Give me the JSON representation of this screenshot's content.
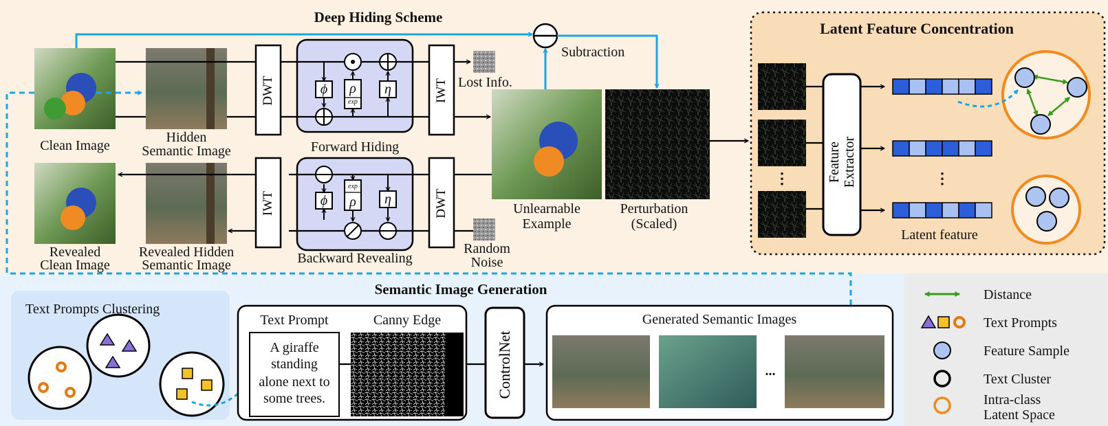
{
  "sections": {
    "deep_hiding": "Deep Hiding Scheme",
    "latent": "Latent Feature Concentration",
    "semantic": "Semantic Image Generation"
  },
  "labels": {
    "clean_image": "Clean Image",
    "hidden_semantic_1": "Hidden",
    "hidden_semantic_2": "Semantic Image",
    "revealed_clean_1": "Revealed",
    "revealed_clean_2": "Clean Image",
    "revealed_hidden_1": "Revealed Hidden",
    "revealed_hidden_2": "Semantic Image",
    "dwt": "DWT",
    "iwt": "IWT",
    "forward_hiding": "Forward Hiding",
    "backward_revealing": "Backward Revealing",
    "lost_info": "Lost Info.",
    "random_noise_1": "Random",
    "random_noise_2": "Noise",
    "subtraction": "Subtraction",
    "unlearnable_1": "Unlearnable",
    "unlearnable_2": "Example",
    "perturbation_1": "Perturbation",
    "perturbation_2": "(Scaled)",
    "feature_extractor_1": "Feature",
    "feature_extractor_2": "Extractor",
    "latent_feature": "Latent feature",
    "text_prompts_clustering": "Text Prompts Clustering",
    "text_prompt": "Text Prompt",
    "canny_edge": "Canny Edge",
    "controlnet": "ControlNet",
    "generated_images": "Generated Semantic Images",
    "prompt_lines": [
      "A giraffe",
      "standing",
      "alone next to",
      "some trees."
    ],
    "ellipsis": "...",
    "vdots": "⋮"
  },
  "ops": {
    "phi": "ϕ",
    "rho": "ρ",
    "eta": "η",
    "exp": "exp"
  },
  "legend": [
    {
      "icon": "distance",
      "label": "Distance"
    },
    {
      "icon": "text-prompts",
      "label": "Text Prompts"
    },
    {
      "icon": "feature-sample",
      "label": "Feature Sample"
    },
    {
      "icon": "text-cluster",
      "label": "Text Cluster"
    },
    {
      "icon": "intra-class",
      "label": "Intra-class",
      "label2": "Latent Space"
    }
  ],
  "colors": {
    "top_bg": "#fdf1e3",
    "bottom_bg": "#e7f2fc",
    "legend_bg": "#ebebeb",
    "cluster_bg": "#d6e6fa",
    "inv_block": "#d5d8f5",
    "cyan_arrow": "#1aa6e6",
    "orange": "#f28a1c",
    "feat_dark": "#2c5ed9",
    "feat_light": "#a9c0f2",
    "feature_sample": "#aec4f0",
    "green": "#3a9a1a",
    "triangle": "#8a6fd6",
    "square": "#f5c12a"
  }
}
